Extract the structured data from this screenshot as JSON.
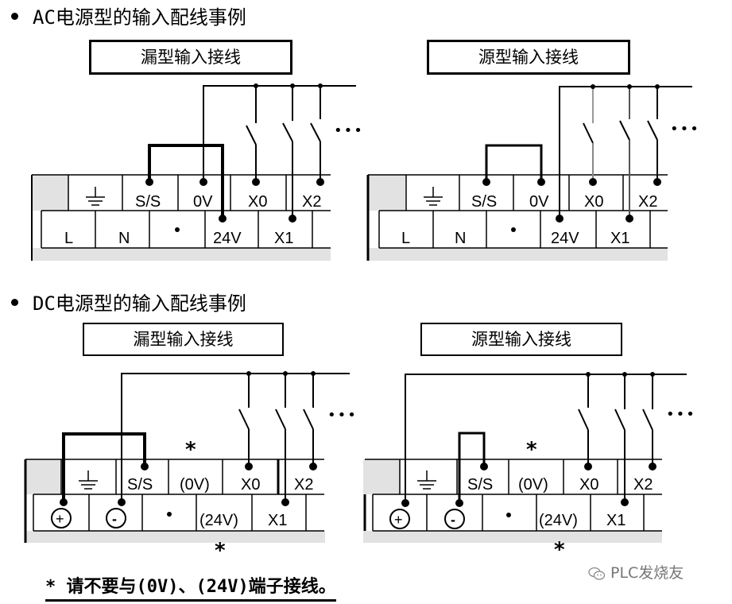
{
  "sections": [
    {
      "heading": "AC电源型的输入配线事例",
      "diagrams": [
        {
          "title": "漏型输入接线",
          "top_row": [
            "ground-symbol",
            "S/S",
            "0V",
            "X0",
            "X2"
          ],
          "bottom_row": [
            "L",
            "N",
            "•",
            "24V",
            "X1"
          ]
        },
        {
          "title": "源型输入接线",
          "top_row": [
            "ground-symbol",
            "S/S",
            "0V",
            "X0",
            "X2"
          ],
          "bottom_row": [
            "L",
            "N",
            "•",
            "24V",
            "X1"
          ]
        }
      ]
    },
    {
      "heading": "DC电源型的输入配线事例",
      "diagrams": [
        {
          "title": "漏型输入接线",
          "top_row": [
            "ground-symbol",
            "S/S",
            "(0V)",
            "X0",
            "X2"
          ],
          "bottom_row": [
            "+",
            "-",
            "•",
            "(24V)",
            "X1"
          ]
        },
        {
          "title": "源型输入接线",
          "top_row": [
            "ground-symbol",
            "S/S",
            "(0V)",
            "X0",
            "X2"
          ],
          "bottom_row": [
            "+",
            "-",
            "•",
            "(24V)",
            "X1"
          ]
        }
      ]
    }
  ],
  "ellipsis": "•••",
  "asterisk": "*",
  "footnote": "* 请不要与(0V)、(24V)端子接线。",
  "watermark": "PLC发烧友"
}
